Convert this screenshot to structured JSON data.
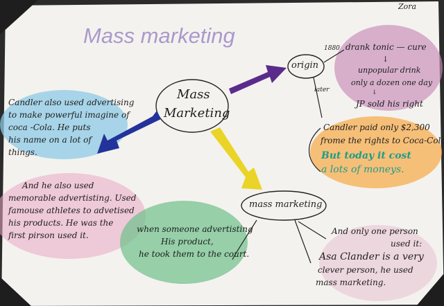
{
  "author": "Zora",
  "title": "Mass marketing",
  "center_node": [
    "Mass",
    "Marketing"
  ],
  "origin_node": "origin",
  "mass_marketing_node": "mass marketing",
  "edge_1880": "1880",
  "edge_later": "later",
  "origin_story": [
    "drank tonic — cure",
    "↓",
    "unpopular drink",
    "only a dozen one day",
    "↓",
    "JP sold his right"
  ],
  "candler_paid": [
    "Candler paid only $2,300",
    "frome the rights to Coca-Cola"
  ],
  "but_today": [
    "But today it cost",
    "a lots of moneys."
  ],
  "advertising_note": [
    "Candler also used advertising",
    "to make powerful imagine of",
    "coca -Cola. He puts",
    "his name on a lot of",
    "things."
  ],
  "athletes_note": [
    "And he also used",
    "memorable advertisting. Used",
    "famouse athletes to advetised",
    "his products. He was the",
    "first pirson used it."
  ],
  "court_note": [
    "when someone advertisting",
    "His product,",
    "he took them to the court."
  ],
  "clever_note": [
    "And only one person",
    "used it:",
    "Asa Clander is a very",
    "clever person, he used",
    "mass marketing."
  ],
  "colors": {
    "paper": "#f4f2ee",
    "background": "#2b2b2b",
    "title": "#a999cc",
    "arrow_purple": "#5b2b8c",
    "arrow_blue": "#23339a",
    "arrow_yellow": "#e9d427",
    "blob_blue": "#8ec9e6",
    "blob_pink": "#eaa8c4",
    "blob_purple": "#c78ab9",
    "blob_orange": "#f6b25a",
    "blob_green": "#6dc08a",
    "highlight_teal": "#1f9c86"
  }
}
